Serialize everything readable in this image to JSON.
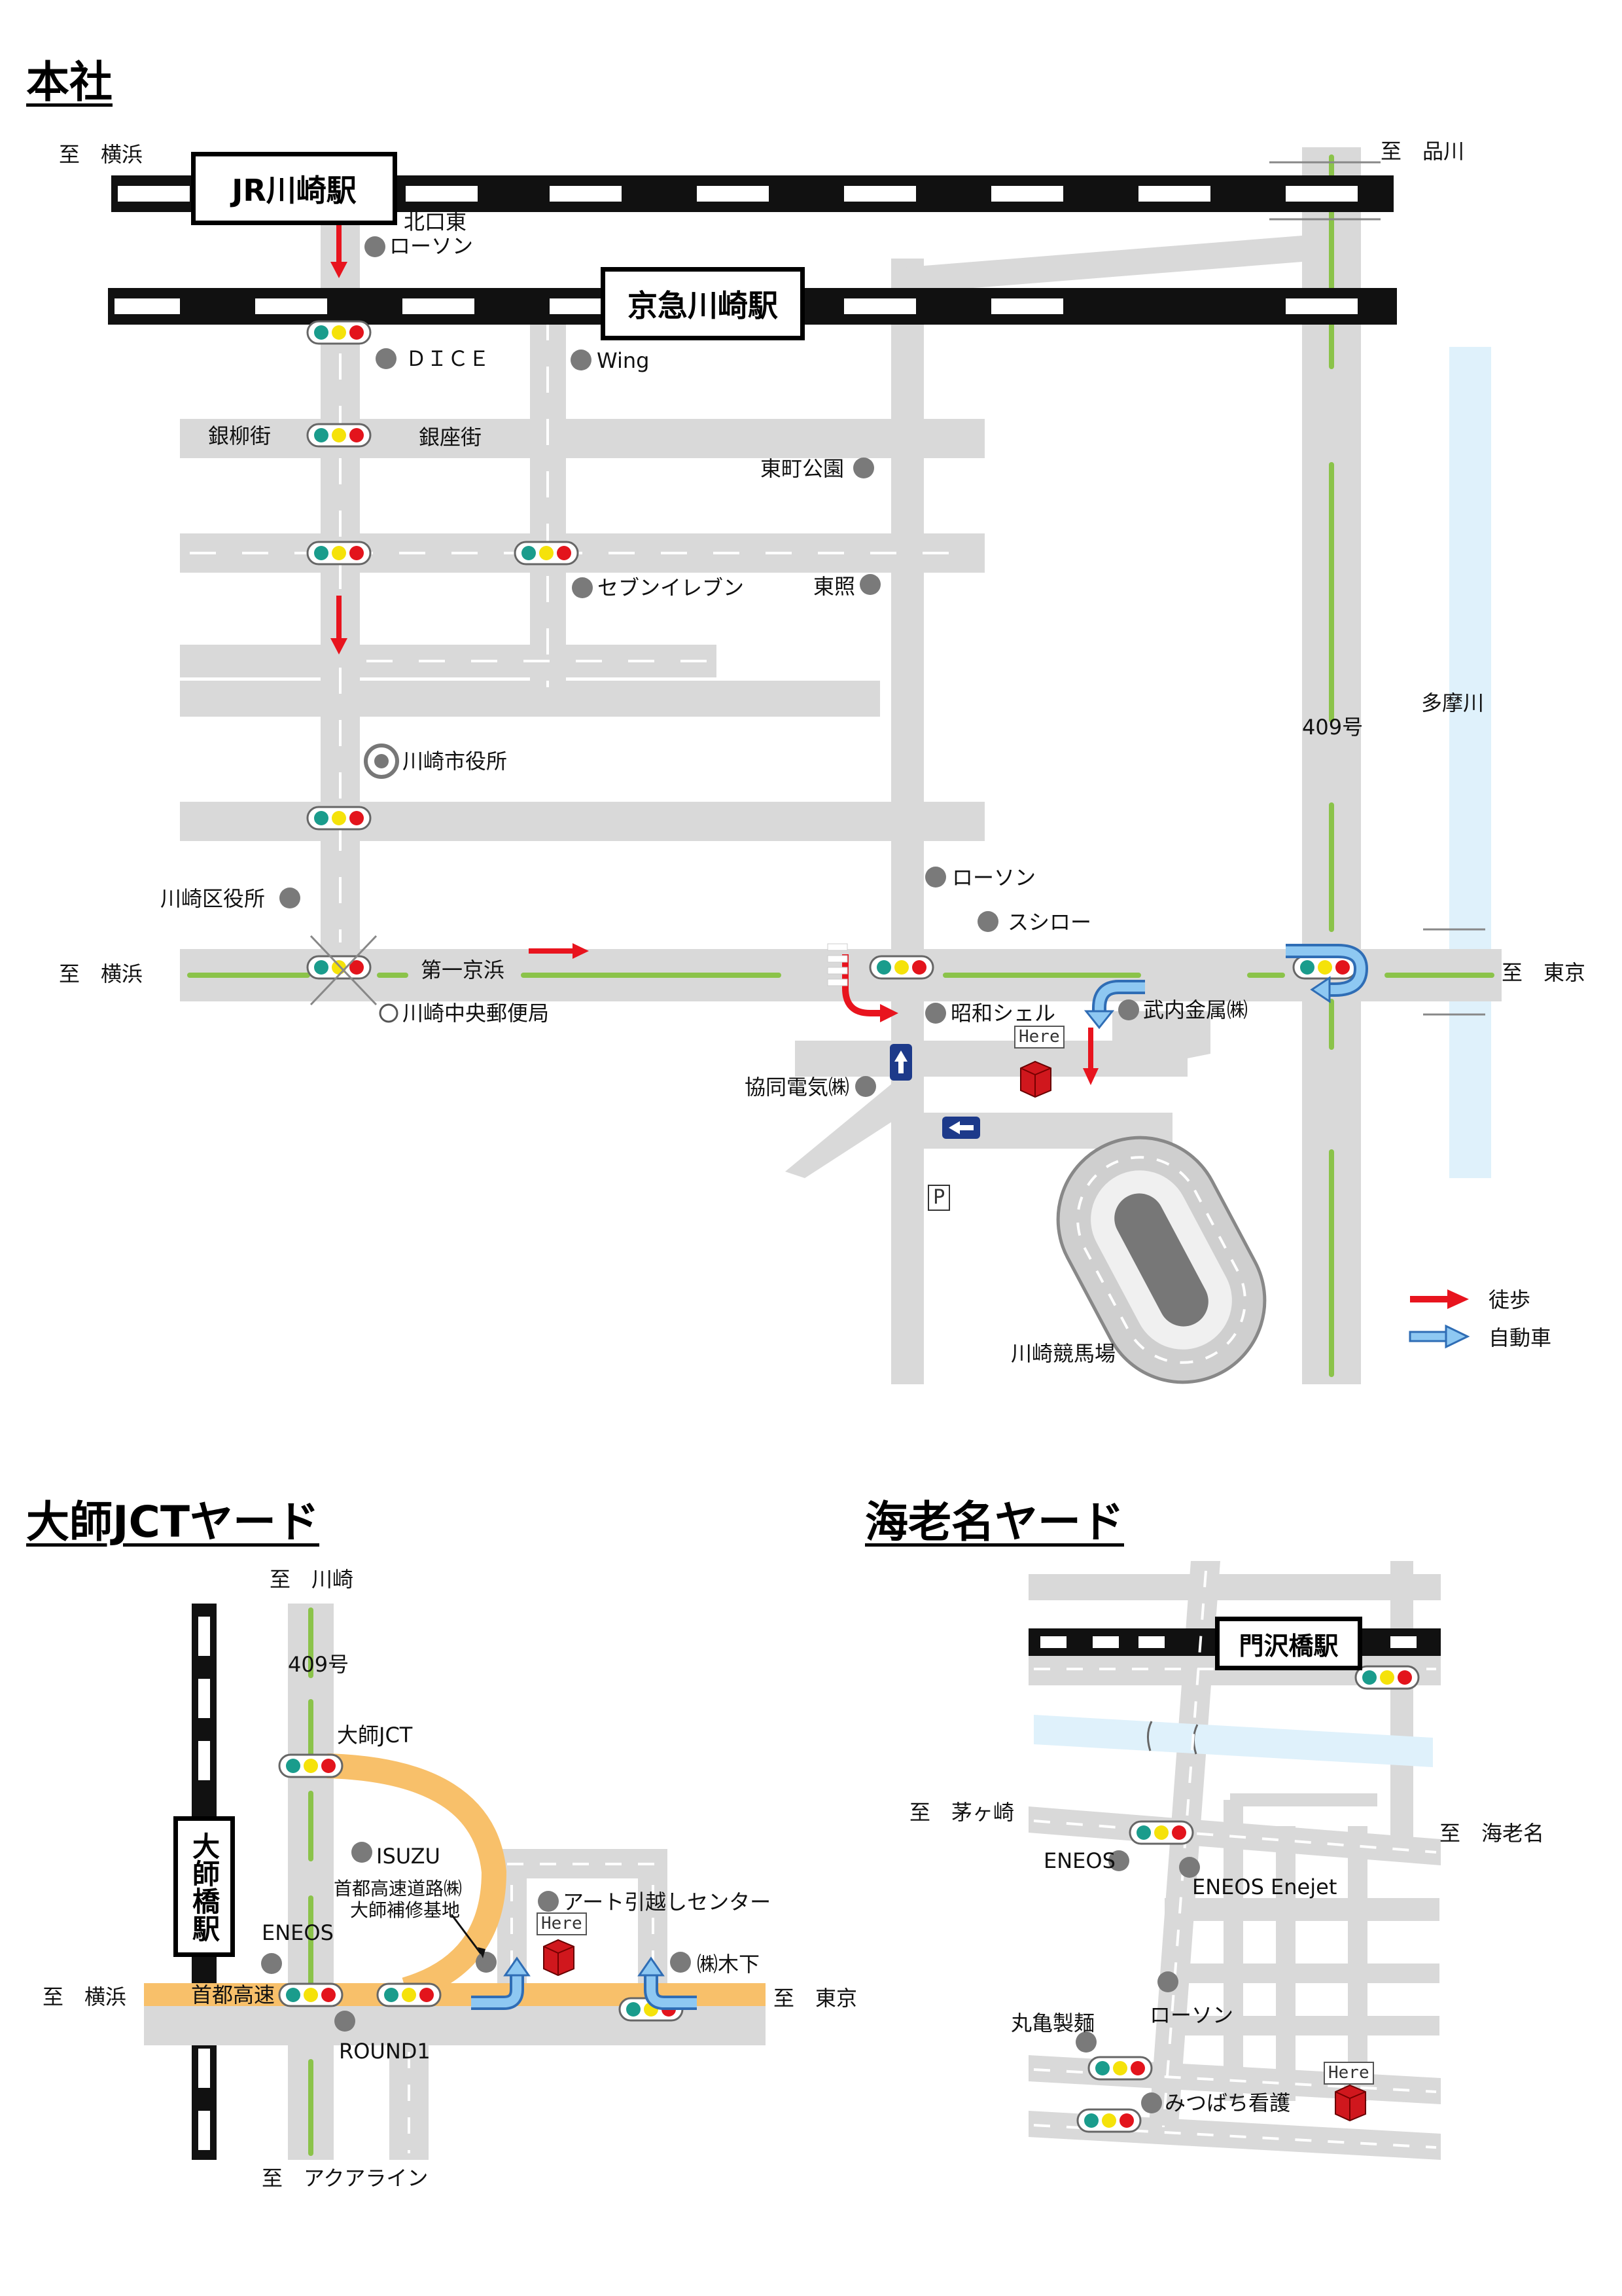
{
  "sections": {
    "honsha": "本社",
    "daishi": "大師JCTヤード",
    "ebina": "海老名ヤード"
  },
  "honsha_map": {
    "stations": {
      "jr": "JR川崎駅",
      "keikyu": "京急川崎駅"
    },
    "directions": {
      "yokohama_top": "至　横浜",
      "shinagawa": "至　品川",
      "yokohama_mid": "至　横浜",
      "tokyo": "至　東京"
    },
    "places": {
      "kitaguchi": "北口東",
      "lawson1": "ローソン",
      "dice": "ＤＩＣＥ",
      "wing": "Wing",
      "ginyanagi": "銀柳街",
      "ginza": "銀座街",
      "higashimachi": "東町公園",
      "seven": "セブンイレブン",
      "tosho": "東照",
      "cityhall": "川崎市役所",
      "wardoffice": "川崎区役所",
      "lawson2": "ローソン",
      "sushiro": "スシロー",
      "daiichi": "第一京浜",
      "postoffice": "川崎中央郵便局",
      "showa": "昭和シェル",
      "takeuchi": "武内金属㈱",
      "kyodo": "協同電気㈱",
      "parking": "P",
      "keiba": "川崎競馬場",
      "route409": "409号",
      "tamagawa": "多摩川",
      "here": "Here"
    },
    "legend": {
      "walk": "徒歩",
      "car": "自動車"
    }
  },
  "daishi_map": {
    "station": "大師橋駅",
    "directions": {
      "kawasaki": "至　川崎",
      "yokohama": "至　横浜",
      "tokyo": "至　東京",
      "aqualine": "至　アクアライン"
    },
    "places": {
      "route409": "409号",
      "jct": "大師JCT",
      "isuzu": "ISUZU",
      "shuto_base1": "首都高速道路㈱",
      "shuto_base2": "大師補修基地",
      "art": "アート引越しセンター",
      "eneos": "ENEOS",
      "shuto": "首都高速",
      "kinoshita": "㈱木下",
      "round1": "ROUND1",
      "here": "Here"
    }
  },
  "ebina_map": {
    "station": "門沢橋駅",
    "directions": {
      "chigasaki": "至　茅ヶ崎",
      "ebina": "至　海老名"
    },
    "places": {
      "eneos": "ENEOS",
      "eneos_enejet": "ENEOS Enejet",
      "lawson": "ローソン",
      "marugame": "丸亀製麺",
      "mitsubachi": "みつばち看護",
      "here": "Here"
    }
  },
  "colors": {
    "road": "#d9d9d9",
    "rail": "#111111",
    "river": "#dff1fb",
    "walk_arrow": "#e8141e",
    "car_arrow": "#5aa6e8",
    "expressway": "#f8c06a",
    "green_line": "#8bc34a",
    "building": "#d0171d"
  }
}
